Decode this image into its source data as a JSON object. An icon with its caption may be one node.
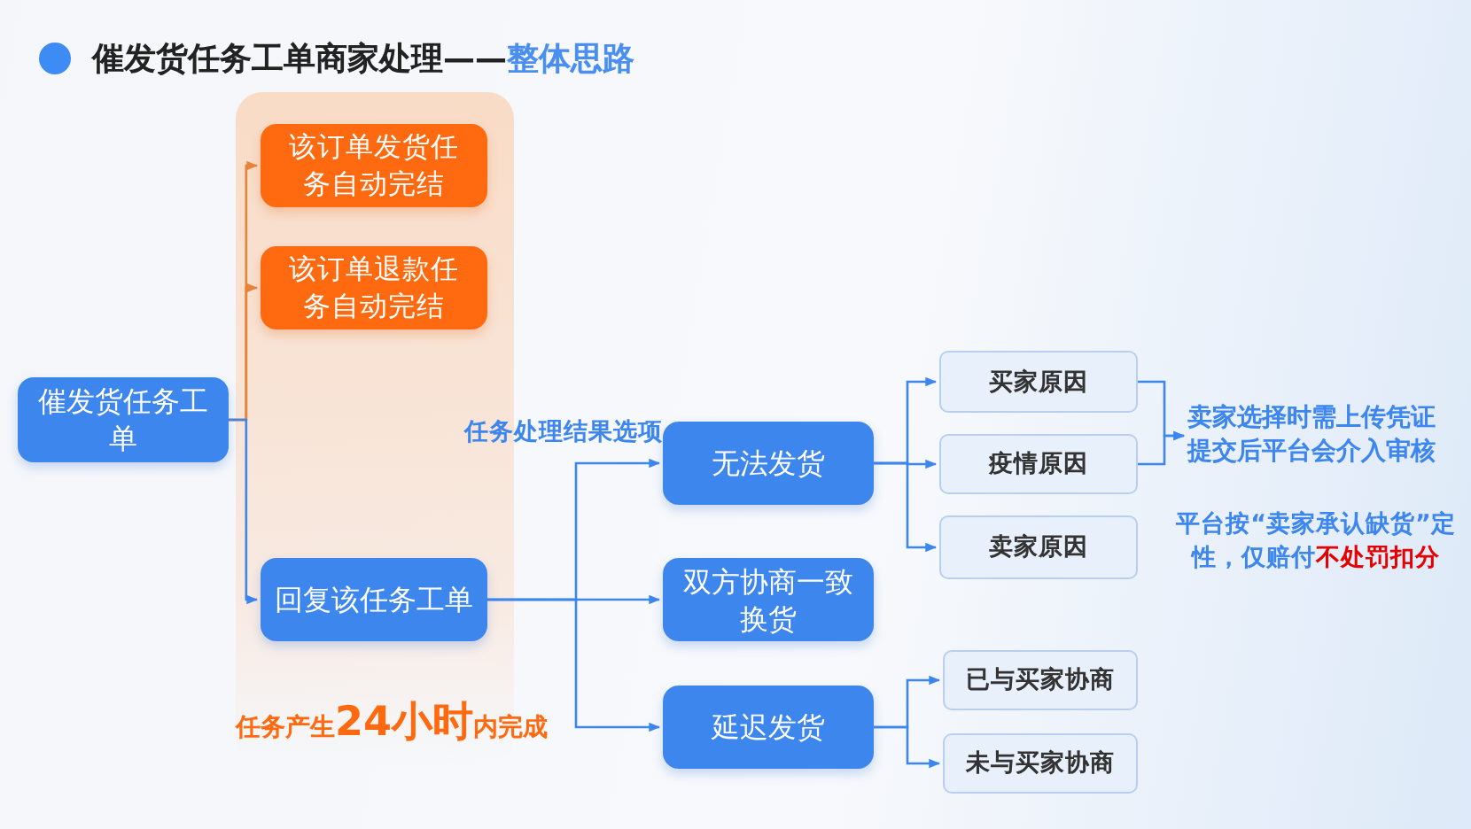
{
  "diagram": {
    "title": "催发货任务工单商家处理——**整体思路**",
    "nodes": [
      {
        "text": [
          "任务产生**24小时**内完成"
        ]
      },
      {
        "text": [
          "该订单发货任务自动完结"
        ],
        "in": 0
      },
      {
        "text": [
          "该订单退款任务自动完结"
        ],
        "in": 0
      },
      {
        "text": [
          "回复该任务工单"
        ],
        "in": 0
      },
      {
        "text": [
          "催发货任务工单"
        ]
      },
      {
        "text": [
          "无法发货"
        ]
      },
      {
        "text": [
          "双方协商一致换货"
        ]
      },
      {
        "text": [
          "延迟发货"
        ]
      },
      {
        "text": [
          "买家原因"
        ]
      },
      {
        "text": [
          "疫情原因"
        ]
      },
      {
        "text": [
          "卖家原因"
        ]
      },
      {
        "text": [
          "已与买家协商"
        ]
      },
      {
        "text": [
          "未与买家协商"
        ]
      },
      {
        "text": [
          "卖家选择时需上传凭证提交后平台会介入审核"
        ]
      }
    ],
    "edges": [
      {
        "from": 4,
        "to": 1,
        "arrow": "to",
        "color": "#e8833a"
      },
      {
        "from": 4,
        "to": 2,
        "arrow": "to",
        "color": "#e8833a"
      },
      {
        "from": 4,
        "to": 3,
        "arrow": "to"
      },
      {
        "from": 3,
        "to": 5,
        "arrow": "to"
      },
      {
        "from": 3,
        "to": 6,
        "arrow": "to"
      },
      {
        "from": 3,
        "to": 7,
        "arrow": "to"
      },
      {
        "from": 5,
        "to": 8,
        "arrow": "to"
      },
      {
        "from": 5,
        "to": 9,
        "arrow": "to"
      },
      {
        "from": 5,
        "to": 10,
        "arrow": "to"
      },
      {
        "from": 7,
        "to": 11,
        "arrow": "to"
      },
      {
        "from": 7,
        "to": 12,
        "arrow": "to"
      },
      {
        "from": 8,
        "to": 13,
        "arrow": "to"
      },
      {
        "from": 9,
        "to": 13,
        "arrow": "to"
      }
    ],
    "labels": [
      "任务处理结果选项",
      "平台按“卖家承认缺货”定性，仅赔付**不处罚扣分**"
    ]
  }
}
